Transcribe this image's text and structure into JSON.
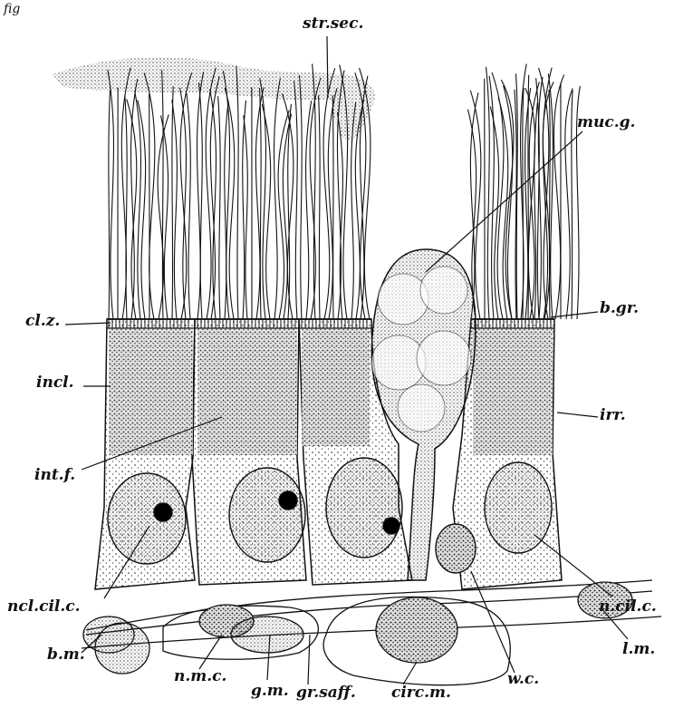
{
  "figure": {
    "corner_text": "fig",
    "labels": {
      "str_sec": "str.sec.",
      "muc_g": "muc.g.",
      "cl_z": "cl.z.",
      "b_gr": "b.gr.",
      "incl": "incl.",
      "irr": "irr.",
      "int_f": "int.f.",
      "ncl_cil_c": "ncl.cil.c.",
      "n_cil_c": "n.cil.c.",
      "b_m": "b.m.",
      "n_m_c": "n.m.c.",
      "g_m": "g.m.",
      "gr_saff": "gr.saff.",
      "circ_m": "circ.m.",
      "w_c": "w.c.",
      "l_m": "l.m."
    }
  }
}
